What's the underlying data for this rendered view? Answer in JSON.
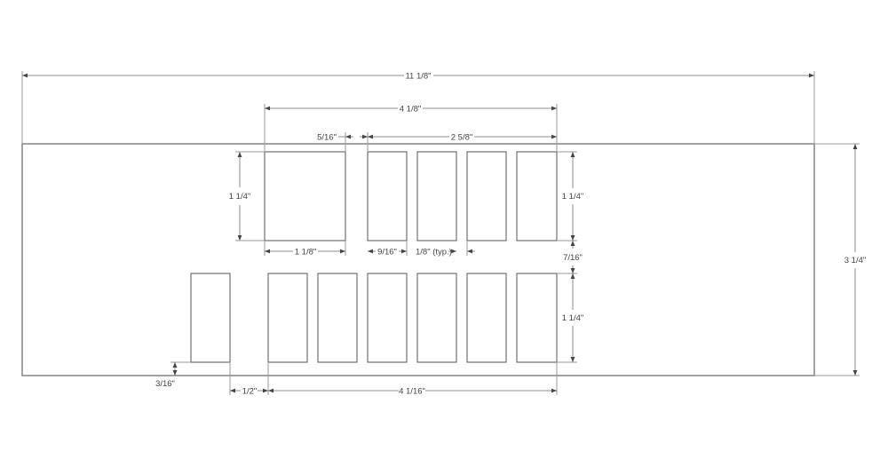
{
  "drawing": {
    "type": "technical-dimension-drawing",
    "units": "inches",
    "colors": {
      "background": "#ffffff",
      "outline": "#8a8a8a",
      "cutouts": "#555555",
      "dimension_lines": "#8c8c8c",
      "text": "#444444"
    },
    "plate": {
      "width": "11 1/8\"",
      "height": "3 1/4\""
    },
    "cutouts": {
      "top_row": [
        {
          "name": "large-square-cutout",
          "width": "1 1/8\"",
          "height": "1 1/4\""
        },
        {
          "name": "slot-1",
          "width": "9/16\"",
          "height": "1 1/4\""
        },
        {
          "name": "slot-2",
          "width": "9/16\"",
          "height": "1 1/4\""
        },
        {
          "name": "slot-3",
          "width": "9/16\"",
          "height": "1 1/4\""
        },
        {
          "name": "slot-4",
          "width": "9/16\"",
          "height": "1 1/4\""
        }
      ],
      "bottom_row": [
        {
          "name": "offset-slot",
          "width": "9/16\"",
          "height": "1 1/4\""
        },
        {
          "name": "slot-1"
        },
        {
          "name": "slot-2"
        },
        {
          "name": "slot-3"
        },
        {
          "name": "slot-4"
        },
        {
          "name": "slot-5"
        },
        {
          "name": "slot-6"
        }
      ]
    },
    "dimensions": {
      "overall_width": "11 1/8\"",
      "overall_height": "3 1/4\"",
      "top_group_width": "4 1/8\"",
      "gap_square_to_slots": "5/16\"",
      "top_slots_group_width": "2 5/8\"",
      "square_height": "1 1/4\"",
      "square_width": "1 1/8\"",
      "slot_width": "9/16\"",
      "slot_spacing": "1/8\" (typ.)",
      "top_slot_height": "1 1/4\"",
      "row_gap": "7/16\"",
      "bottom_slot_height": "1 1/4\"",
      "bottom_edge_offset": "3/16\"",
      "offset_slot_gap": "1/2\"",
      "bottom_group_width": "4 1/16\""
    }
  }
}
